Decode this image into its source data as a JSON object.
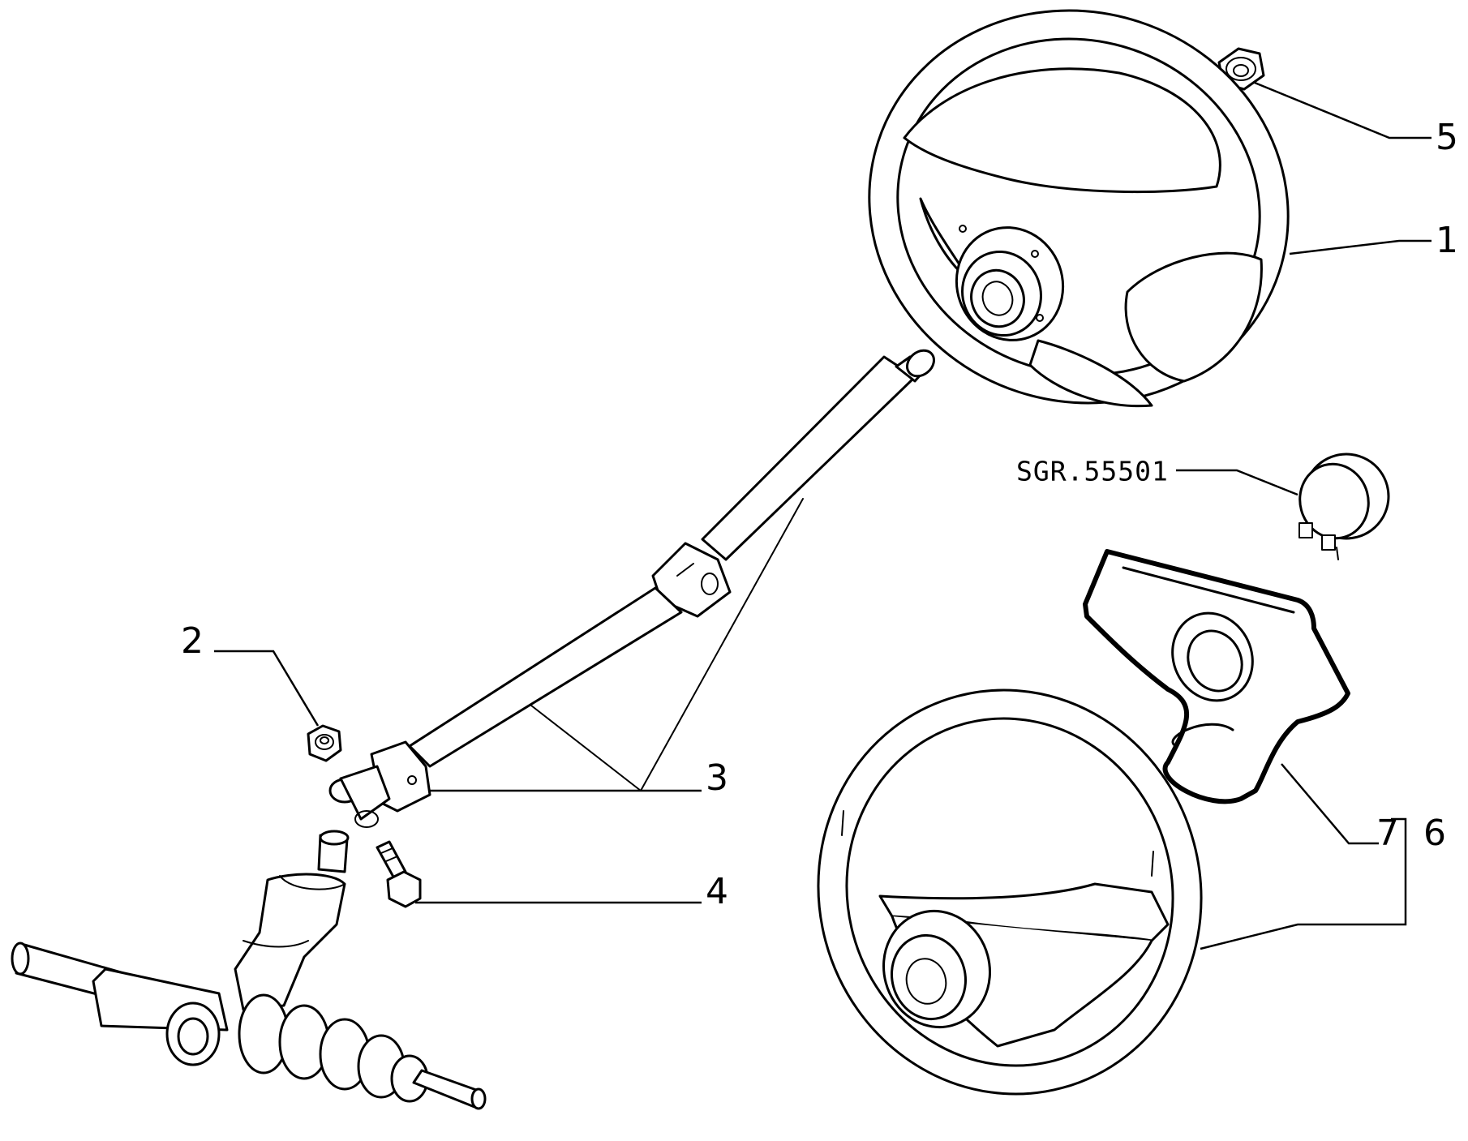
{
  "callouts": {
    "c1": "1",
    "c2": "2",
    "c3": "3",
    "c4": "4",
    "c5": "5",
    "c6": "6",
    "c7": "7"
  },
  "reference": {
    "code": "SGR.55501"
  }
}
